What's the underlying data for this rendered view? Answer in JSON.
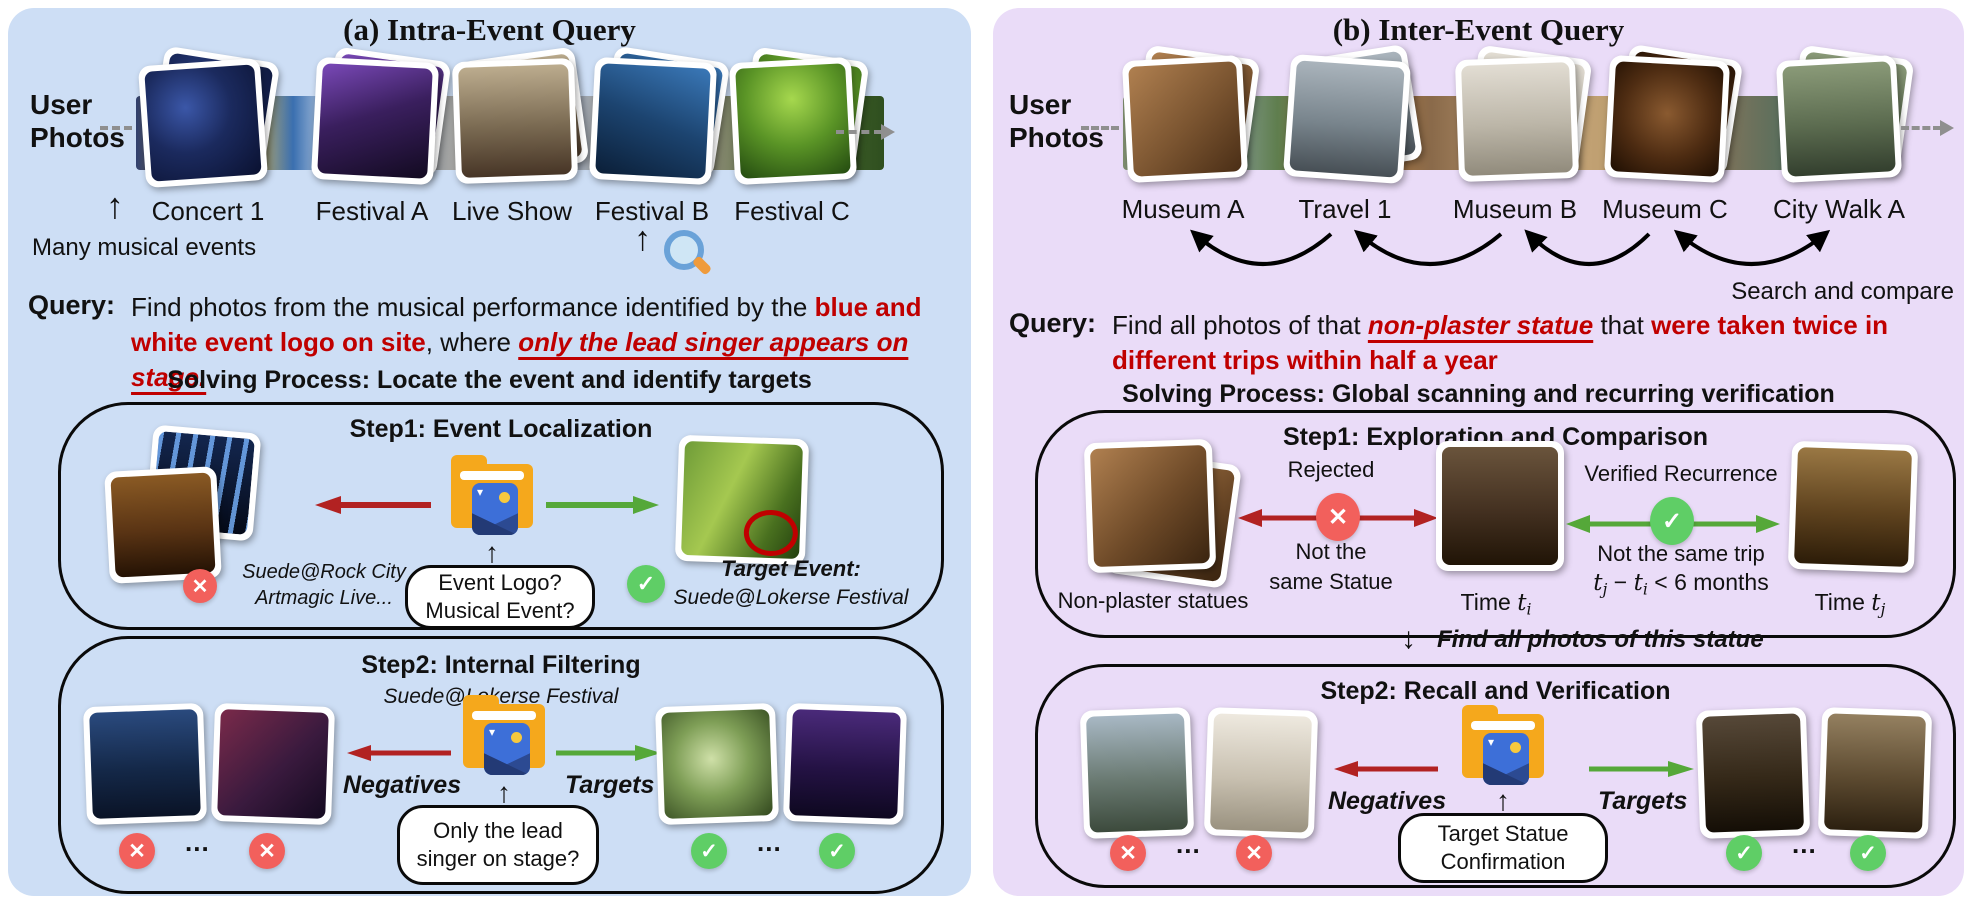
{
  "icons": {
    "x": "✕",
    "check": "✓",
    "up": "↑",
    "down": "↓",
    "ellipsis": "...",
    "chev": "▾"
  },
  "left": {
    "title": "(a) Intra-Event Query",
    "user_photos_1": "User",
    "user_photos_2": "Photos",
    "events": [
      {
        "label": "Concert 1"
      },
      {
        "label": "Festival A"
      },
      {
        "label": "Live Show"
      },
      {
        "label": "Festival B"
      },
      {
        "label": "Festival C"
      }
    ],
    "many_note": "Many musical events",
    "query_label": "Query:",
    "query": {
      "p1": "Find photos from the musical performance identified by the ",
      "red1": "blue and white event logo on site",
      "p2": ", where ",
      "red2": "only the lead singer appears on stage."
    },
    "solving": "Solving Process: Locate the event and identify targets",
    "step1": {
      "title": "Step1: Event Localization",
      "reject_line1": "Suede@Rock City",
      "reject_line2": "Artmagic Live...",
      "bubble1": "Event Logo?",
      "bubble2": "Musical Event?",
      "target_label": "Target Event:",
      "target_name": "Suede@Lokerse Festival"
    },
    "step2": {
      "title": "Step2: Internal Filtering",
      "subtitle": "Suede@Lokerse Festival",
      "negatives": "Negatives",
      "targets": "Targets",
      "bubble1": "Only the lead",
      "bubble2": "singer on stage?"
    }
  },
  "right": {
    "title": "(b) Inter-Event Query",
    "user_photos_1": "User",
    "user_photos_2": "Photos",
    "events": [
      {
        "label": "Museum A"
      },
      {
        "label": "Travel 1"
      },
      {
        "label": "Museum B"
      },
      {
        "label": "Museum C"
      },
      {
        "label": "City Walk A"
      }
    ],
    "search_note": "Search and compare",
    "query_label": "Query:",
    "query": {
      "p1": "Find all photos of that ",
      "red1": "non-plaster statue",
      "p2": " that ",
      "red2": "were taken twice in different trips within half a year"
    },
    "solving": "Solving Process: Global scanning and recurring verification",
    "step1": {
      "title": "Step1: Exploration and Comparison",
      "stack_caption": "Non-plaster statues",
      "rejected": "Rejected",
      "not_same_1": "Not the",
      "not_same_2": "same Statue",
      "verified": "Verified Recurrence",
      "trip_note": "Not the same trip",
      "math": {
        "v1": "t",
        "s1": "j",
        "op": " − ",
        "v2": "t",
        "s2": "i",
        "tail": " < 6 months"
      },
      "time_i_pre": "Time ",
      "time_i_var": "t",
      "time_i_sub": "i",
      "time_j_pre": "Time ",
      "time_j_var": "t",
      "time_j_sub": "j"
    },
    "between_note": "Find all photos of this statue",
    "step2": {
      "title": "Step2: Recall and Verification",
      "negatives": "Negatives",
      "targets": "Targets",
      "bubble1": "Target Statue",
      "bubble2": "Confirmation"
    }
  }
}
